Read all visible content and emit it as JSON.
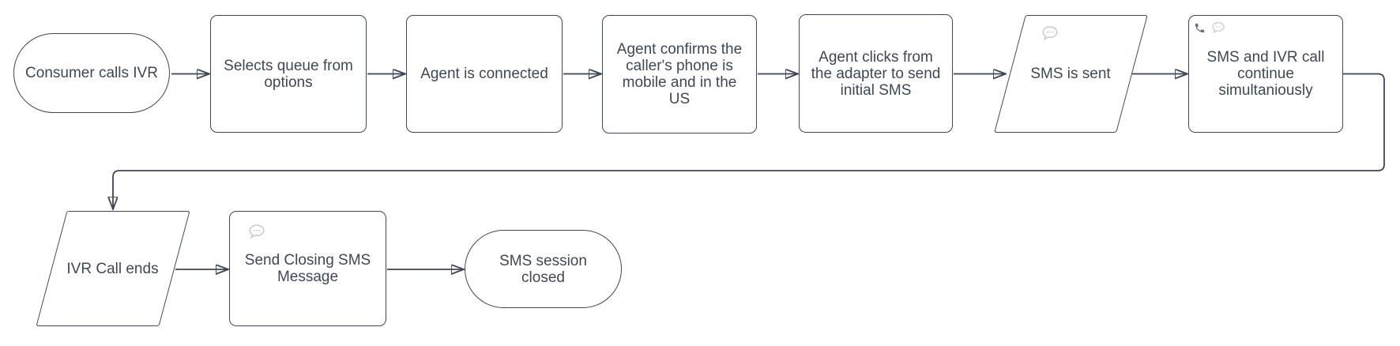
{
  "diagram": {
    "type": "flowchart",
    "colors": {
      "shape_stroke": "#3e4757",
      "text": "#3f4854",
      "shape_fill": "#ffffff",
      "sms_icon_gray": "#c6c9ce",
      "phone_icon_gray": "#667080"
    },
    "nodes": [
      {
        "label": "Consumer calls IVR",
        "shape": "terminator",
        "icons": []
      },
      {
        "label": "Selects queue from options",
        "shape": "process",
        "icons": []
      },
      {
        "label": "Agent is connected",
        "shape": "process",
        "icons": []
      },
      {
        "label": "Agent confirms the caller's phone is mobile and in the US",
        "shape": "process",
        "icons": []
      },
      {
        "label": "Agent clicks from the adapter to send initial SMS",
        "shape": "process",
        "icons": []
      },
      {
        "label": "SMS is sent",
        "shape": "data-parallelogram",
        "icons": [
          "sms-bubble-icon"
        ]
      },
      {
        "label": "SMS and IVR call continue simultaniously",
        "shape": "process",
        "icons": [
          "phone-icon",
          "sms-bubble-icon"
        ]
      },
      {
        "label": "IVR Call ends",
        "shape": "data-parallelogram",
        "icons": []
      },
      {
        "label": "Send Closing SMS Message",
        "shape": "process",
        "icons": [
          "sms-bubble-icon"
        ]
      },
      {
        "label": "SMS session closed",
        "shape": "terminator",
        "icons": []
      }
    ],
    "edges": [
      {
        "from": 0,
        "to": 1,
        "type": "straight-arrow"
      },
      {
        "from": 1,
        "to": 2,
        "type": "straight-arrow"
      },
      {
        "from": 2,
        "to": 3,
        "type": "straight-arrow"
      },
      {
        "from": 3,
        "to": 4,
        "type": "straight-arrow"
      },
      {
        "from": 4,
        "to": 5,
        "type": "straight-arrow"
      },
      {
        "from": 5,
        "to": 6,
        "type": "straight-arrow"
      },
      {
        "from": 6,
        "to": 7,
        "type": "elbow-arrow"
      },
      {
        "from": 7,
        "to": 8,
        "type": "straight-arrow"
      },
      {
        "from": 8,
        "to": 9,
        "type": "straight-arrow"
      }
    ]
  }
}
